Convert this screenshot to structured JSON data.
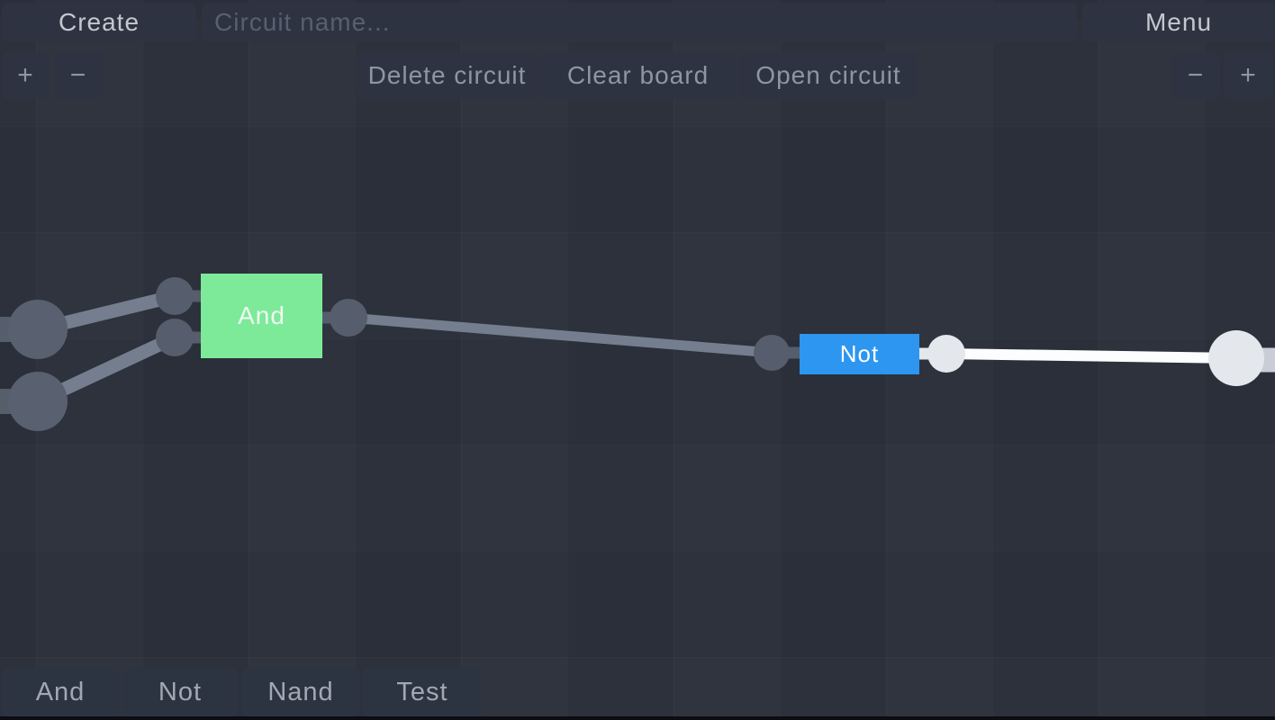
{
  "colors": {
    "background": "#2a2f3a",
    "panel": "#2d3340",
    "wire": "#747e8e",
    "wire_stub": "#565d6b",
    "node": "#565e6d",
    "big_node": "#596070",
    "wire_active": "#fcfdfe",
    "node_active": "#e4e8ed",
    "stub_active": "#c9ced6"
  },
  "topbar": {
    "create": "Create",
    "circuit_name_placeholder": "Circuit name...",
    "circuit_name_value": "",
    "menu": "Menu"
  },
  "toolbar": {
    "zoom_in": "+",
    "zoom_out": "−",
    "delete": "Delete circuit",
    "clear": "Clear board",
    "open": "Open circuit"
  },
  "palette": {
    "gates": [
      {
        "label": "And"
      },
      {
        "label": "Not"
      },
      {
        "label": "Nand"
      },
      {
        "label": "Test"
      }
    ]
  },
  "canvas": {
    "gates": [
      {
        "label": "And",
        "type": "and",
        "color": "#7dea9a"
      },
      {
        "label": "Not",
        "type": "not",
        "color": "#2d96f0"
      }
    ]
  }
}
